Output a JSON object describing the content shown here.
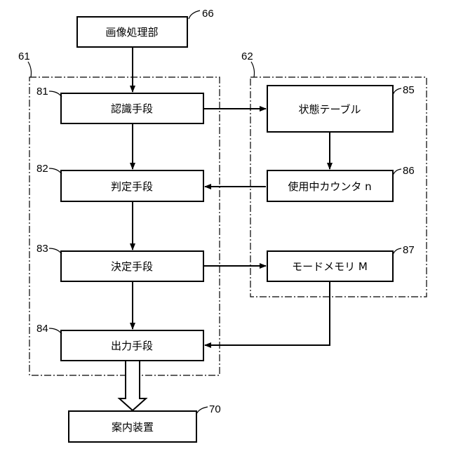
{
  "nodes": {
    "image_processing": {
      "label": "画像処理部",
      "ref": "66"
    },
    "recognition": {
      "label": "認識手段",
      "ref": "81"
    },
    "judgment": {
      "label": "判定手段",
      "ref": "82"
    },
    "decision": {
      "label": "決定手段",
      "ref": "83"
    },
    "output": {
      "label": "出力手段",
      "ref": "84"
    },
    "state_table": {
      "label": "状態テーブル",
      "ref": "85"
    },
    "usage_counter": {
      "label": "使用中カウンタ n",
      "ref": "86"
    },
    "mode_memory": {
      "label": "モードメモリ M",
      "ref": "87"
    },
    "guidance_device": {
      "label": "案内装置",
      "ref": "70"
    }
  },
  "groups": {
    "left": {
      "ref": "61"
    },
    "right": {
      "ref": "62"
    }
  }
}
